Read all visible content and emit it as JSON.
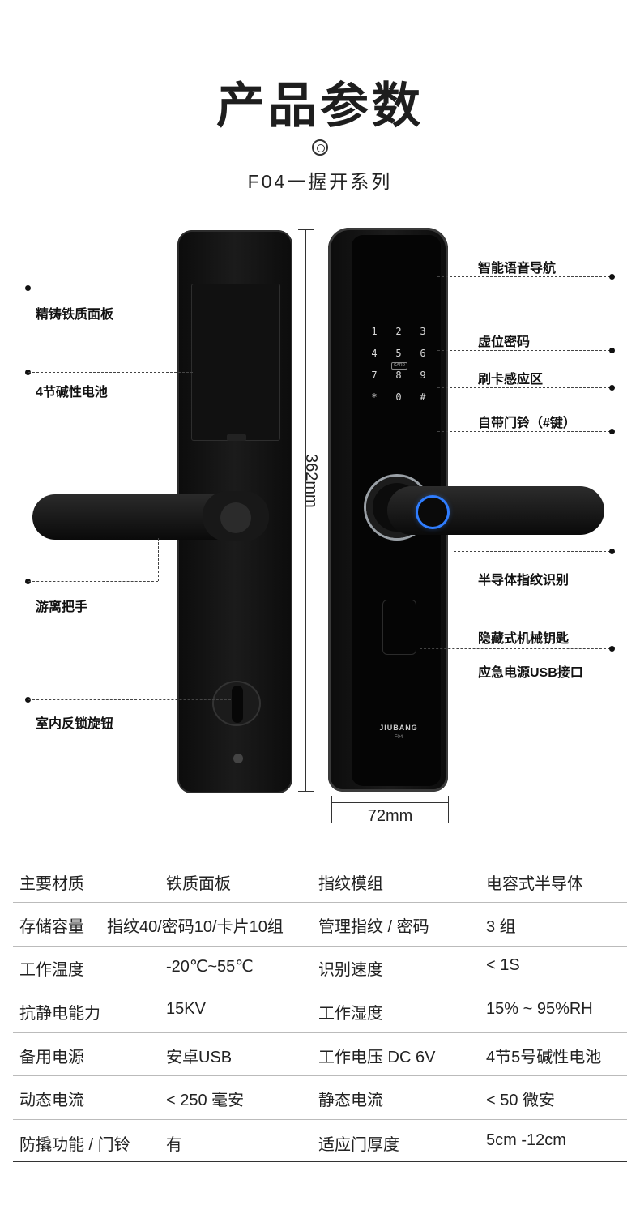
{
  "header": {
    "title": "产品参数",
    "subtitle": "F04一握开系列"
  },
  "product": {
    "brand": "JIUBANG",
    "model": "F04",
    "keypad": {
      "keys": [
        "1",
        "2",
        "3",
        "4",
        "5",
        "6",
        "7",
        "8",
        "9",
        "*",
        "0",
        "#"
      ],
      "card_label": "CARD"
    },
    "dimensions": {
      "height": "362mm",
      "width": "72mm"
    }
  },
  "callouts": {
    "left": [
      "精铸铁质面板",
      "4节碱性电池",
      "游离把手",
      "室内反锁旋钮"
    ],
    "right": [
      "智能语音导航",
      "虚位密码",
      "刷卡感应区",
      "自带门铃（#键）",
      "半导体指纹识别",
      "隐藏式机械钥匙",
      "应急电源USB接口"
    ]
  },
  "specs": [
    [
      "主要材质",
      "铁质面板",
      "指纹模组",
      "电容式半导体"
    ],
    [
      "存储容量",
      "指纹40/密码10/卡片10组",
      "管理指纹 / 密码",
      "3 组"
    ],
    [
      "工作温度",
      "-20℃~55℃",
      "识别速度",
      "< 1S"
    ],
    [
      "抗静电能力",
      "15KV",
      "工作湿度",
      "15% ~ 95%RH"
    ],
    [
      "备用电源",
      "安卓USB",
      "工作电压 DC 6V",
      "4节5号碱性电池"
    ],
    [
      "动态电流",
      "< 250 毫安",
      "静态电流",
      "< 50 微安"
    ],
    [
      "防撬功能 / 门铃",
      "有",
      "适应门厚度",
      "5cm -12cm"
    ]
  ],
  "colors": {
    "lock_body": "#111111",
    "fingerprint_ring": "#2f7dff",
    "text": "#222222"
  }
}
